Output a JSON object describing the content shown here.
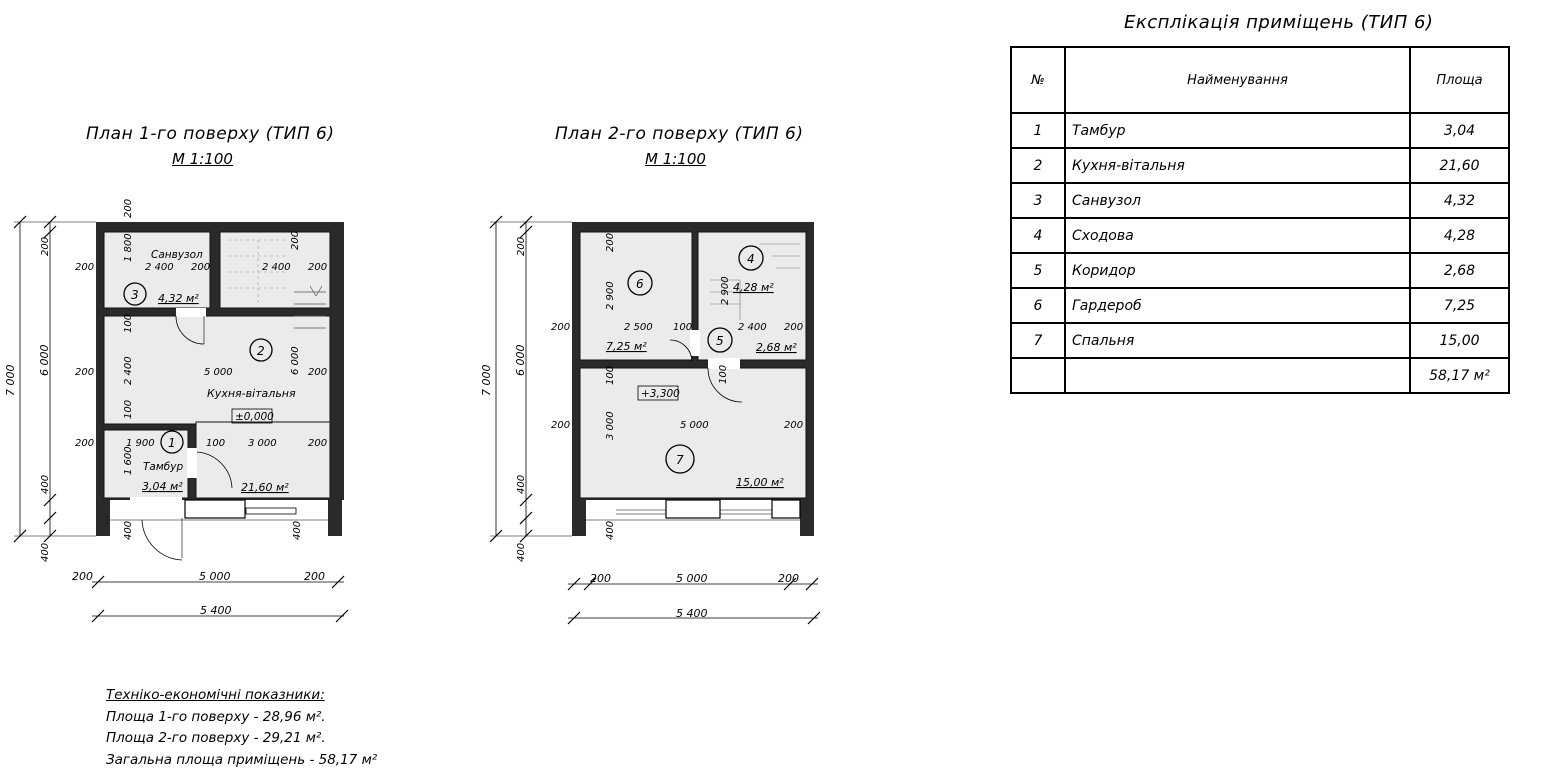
{
  "plan1": {
    "title": "План 1-го поверху (ТИП 6)",
    "scale": "М 1:100",
    "rooms": [
      {
        "num": "1",
        "name": "Тамбур",
        "area": "3,04 м²"
      },
      {
        "num": "2",
        "name": "Кухня-вітальня",
        "area": "21,60 м²",
        "level": "±0,000"
      },
      {
        "num": "3",
        "name": "Санвузол",
        "area": "4,32 м²"
      }
    ],
    "dims": {
      "overall_width": "5 400",
      "inner_width": "5 000",
      "side": "200",
      "overall_height": "7 000",
      "inner_height": "6 000",
      "top": "200",
      "bottom": "400",
      "bottom2": "400",
      "porch_left": "400",
      "porch_right": "400",
      "sanvuzol_w": "2 400",
      "sanvuzol_h": "1 800",
      "stair_w": "2 400",
      "wall_mid": "200",
      "wall_mid2": "200",
      "kitchen_w": "5 000",
      "kitchen_h": "2 400",
      "kitchen_h2": "6 000",
      "wall_100a": "100",
      "wall_100b": "100",
      "wall_100c": "100",
      "tambur_w": "1 900",
      "tambur_h": "1 600",
      "hall_w": "3 000",
      "top_wall": "200",
      "top_wall2": "200"
    }
  },
  "plan2": {
    "title": "План 2-го поверху (ТИП 6)",
    "scale": "М 1:100",
    "level": "+3,300",
    "rooms": [
      {
        "num": "4",
        "area": "4,28 м²"
      },
      {
        "num": "5",
        "area": "2,68 м²"
      },
      {
        "num": "6",
        "area": "7,25 м²"
      },
      {
        "num": "7",
        "area": "15,00 м²"
      }
    ],
    "dims": {
      "overall_width": "5 400",
      "inner_width": "5 000",
      "side": "200",
      "overall_height": "7 000",
      "inner_height": "6 000",
      "top": "200",
      "bottom": "400",
      "bottom2": "400",
      "porch_left": "400",
      "room6_w": "2 500",
      "room6_h": "2 900",
      "room6_top": "200",
      "wall_100": "100",
      "wall_100b": "100",
      "corr_w": "2 400",
      "stair_h": "2 900",
      "bed_w": "5 000",
      "bed_h": "3 000",
      "mid_left": "200",
      "mid_right": "200",
      "low_left": "200",
      "low_right": "200"
    }
  },
  "explication": {
    "title": "Експлікація приміщень (ТИП 6)",
    "headers": [
      "№",
      "Найменування",
      "Площа"
    ],
    "rows": [
      {
        "num": "1",
        "name": "Тамбур",
        "area": "3,04"
      },
      {
        "num": "2",
        "name": "Кухня-вітальня",
        "area": "21,60"
      },
      {
        "num": "3",
        "name": "Санвузол",
        "area": "4,32"
      },
      {
        "num": "4",
        "name": "Сходова",
        "area": "4,28"
      },
      {
        "num": "5",
        "name": "Коридор",
        "area": "2,68"
      },
      {
        "num": "6",
        "name": "Гардероб",
        "area": "7,25"
      },
      {
        "num": "7",
        "name": "Спальня",
        "area": "15,00"
      }
    ],
    "total": "58,17 м²"
  },
  "tei": {
    "heading": "Техніко-економічні показники:",
    "lines": [
      "Площа 1-го поверху - 28,96 м².",
      "Площа 2-го поверху - 29,21 м².",
      "Загальна площа приміщень - 58,17 м²"
    ]
  }
}
